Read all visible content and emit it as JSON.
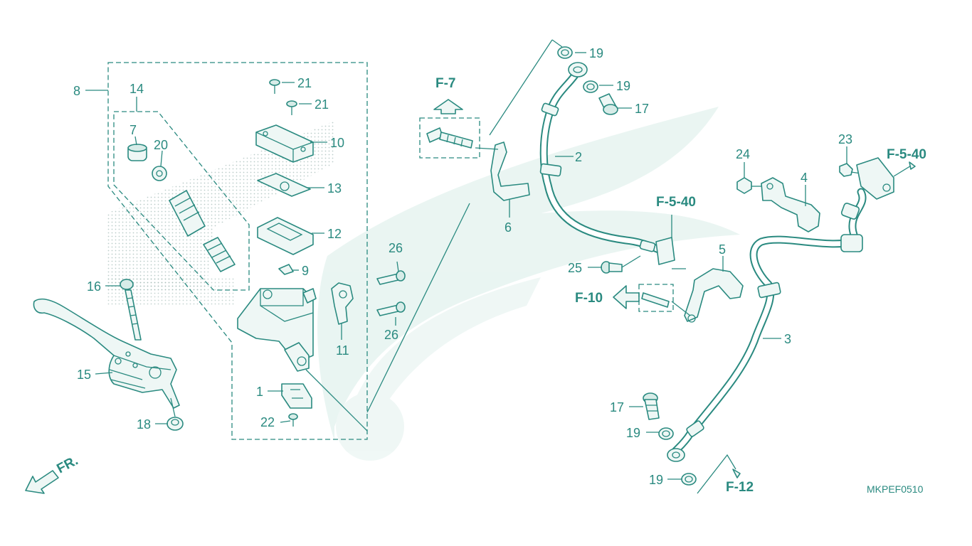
{
  "diagram": {
    "code": "MKPEF0510",
    "direction_label": "FR.",
    "callout_labels": [
      "1",
      "2",
      "3",
      "4",
      "5",
      "6",
      "7",
      "8",
      "9",
      "10",
      "11",
      "12",
      "13",
      "14",
      "15",
      "16",
      "17",
      "18",
      "19",
      "20",
      "21",
      "22",
      "23",
      "24",
      "25",
      "26"
    ],
    "ref_labels": [
      "F-7",
      "F-5-40",
      "F-10",
      "F-12"
    ],
    "colors": {
      "line": "#2a8a80",
      "fill": "#eef7f5",
      "watermark": "#cfe9e3"
    }
  }
}
